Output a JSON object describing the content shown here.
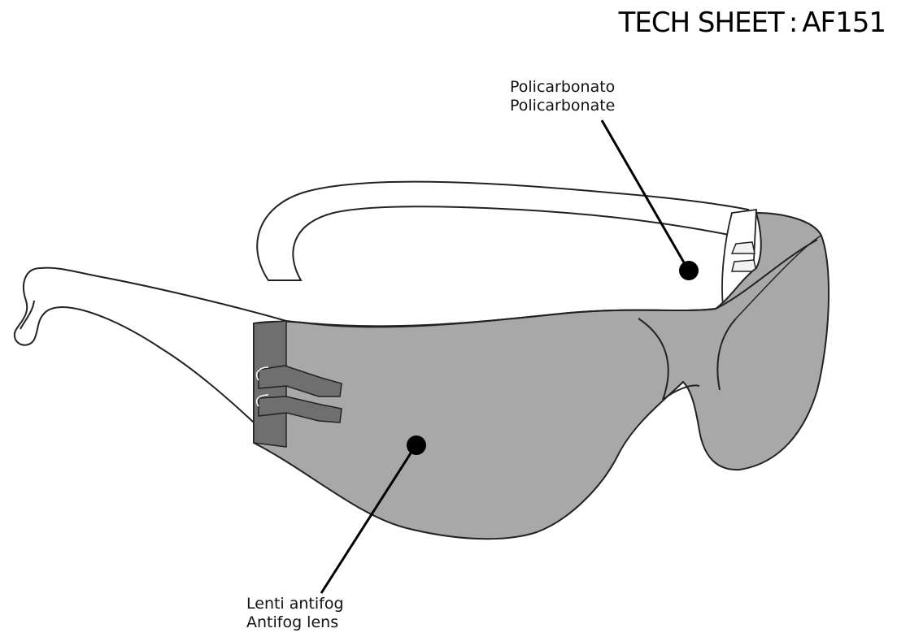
{
  "header": {
    "title_prefix": "TECH SHEET",
    "title_separator": ":",
    "product_code": "AF151"
  },
  "callouts": {
    "frame_material": {
      "line_it": "Policarbonato",
      "line_en": "Policarbonate"
    },
    "lens": {
      "line_it": "Lenti antifog",
      "line_en": "Antifog lens"
    }
  },
  "colors": {
    "lens_fill": "#a8a8a8",
    "lens_dark": "#6f6f6f",
    "outline": "#222222",
    "dot": "#000000"
  }
}
